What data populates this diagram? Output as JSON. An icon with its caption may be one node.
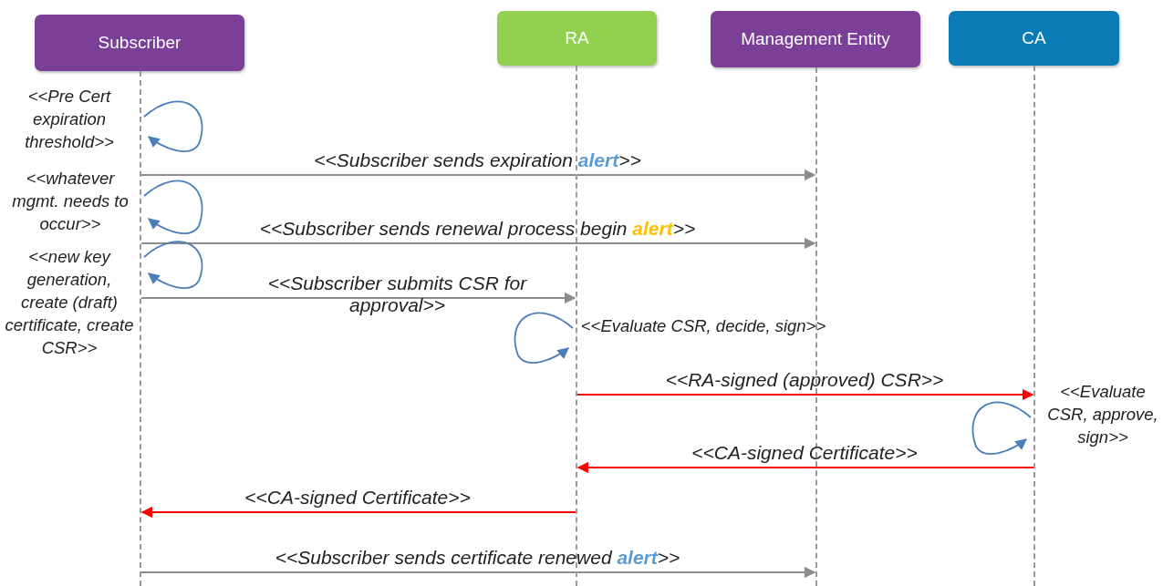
{
  "diagram": {
    "nodes": [
      {
        "text": [
          "Subscriber"
        ]
      },
      {
        "text": [
          "RA"
        ]
      },
      {
        "text": [
          "Management Entity"
        ]
      },
      {
        "text": [
          "CA"
        ]
      },
      {
        "text": [],
        "shape": "bar"
      },
      {
        "text": [],
        "shape": "bar"
      },
      {
        "text": [],
        "shape": "bar"
      },
      {
        "text": [],
        "shape": "bar"
      }
    ],
    "edges": [
      {
        "from": 4,
        "to": 4,
        "arrow": "to",
        "label": "<<Pre Cert expiration threshold>>",
        "color": "#4a7ebb"
      },
      {
        "from": 4,
        "to": 6,
        "arrow": "to",
        "label": "<<Subscriber sends expiration **alert**>>"
      },
      {
        "from": 4,
        "to": 4,
        "arrow": "to",
        "label": "<<whatever mgmt. needs to occur>>",
        "color": "#4a7ebb"
      },
      {
        "from": 4,
        "to": 6,
        "arrow": "to",
        "label": "<<Subscriber sends renewal process begin **alert**>>"
      },
      {
        "from": 4,
        "to": 4,
        "arrow": "to",
        "label": "<<new key generation, create (draft) certificate, create CSR>>",
        "color": "#4a7ebb"
      },
      {
        "from": 4,
        "to": 5,
        "arrow": "to",
        "label": "<<Subscriber submits CSR for approval>>"
      },
      {
        "from": 5,
        "to": 5,
        "arrow": "to",
        "label": "<<Evaluate CSR, decide, sign>>",
        "color": "#4a7ebb"
      },
      {
        "from": 5,
        "to": 7,
        "arrow": "to",
        "label": "<<RA-signed (approved) CSR>>",
        "color": "#ff0000"
      },
      {
        "from": 7,
        "to": 7,
        "arrow": "to",
        "label": "<<Evaluate CSR, approve, sign>>",
        "color": "#4a7ebb"
      },
      {
        "from": 7,
        "to": 5,
        "arrow": "to",
        "label": "<<CA-signed Certificate>>",
        "color": "#ff0000"
      },
      {
        "from": 5,
        "to": 4,
        "arrow": "to",
        "label": "<<CA-signed Certificate>>",
        "color": "#ff0000"
      },
      {
        "from": 4,
        "to": 6,
        "arrow": "to",
        "label": "<<Subscriber sends certificate renewed **alert**>>"
      }
    ]
  }
}
